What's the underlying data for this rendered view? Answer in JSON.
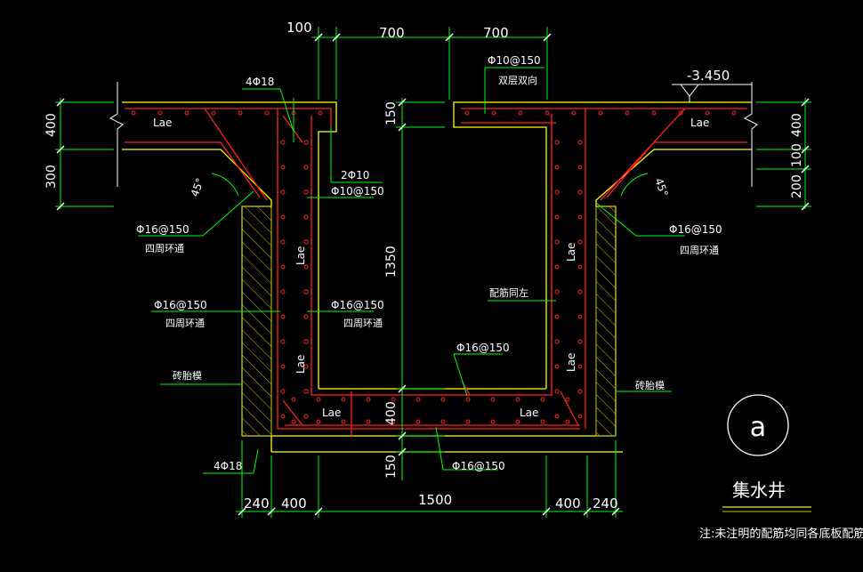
{
  "drawing": {
    "title": "集水井",
    "note": "注:未注明的配筋均同各底板配筋",
    "section_mark": "a",
    "elevation": "-3.450",
    "colors": {
      "background": "#000000",
      "dimension": "#00ff00",
      "outline": "#ffff00",
      "rebar": "#ff2020",
      "leader": "#00ff00",
      "text": "#ffffff",
      "hatch": "#c8c800",
      "title_line": "#c8c800"
    }
  },
  "dims": {
    "top": [
      "100",
      "700",
      "700"
    ],
    "bottom": [
      "240",
      "400",
      "1500",
      "400",
      "240"
    ],
    "left": [
      "400",
      "300"
    ],
    "right": [
      "400",
      "100",
      "200"
    ],
    "center": [
      "150",
      "1350",
      "400",
      "150"
    ]
  },
  "labels": {
    "main_bar_top": "4Φ18",
    "main_bar_bottom": "4Φ18",
    "slab_bar": "Φ10@150",
    "slab_bar_note": "双层双向",
    "pit_edge_bar": "2Φ10",
    "pit_edge_dist": "Φ10@150",
    "left_haunch_bar": "Φ16@150",
    "left_haunch_note": "四周环通",
    "left_wall_bar": "Φ16@150",
    "left_wall_note": "四周环通",
    "inner_wall_bar": "Φ16@150",
    "inner_wall_note": "四周环通",
    "right_haunch_bar": "Φ16@150",
    "right_haunch_note": "四周环通",
    "bottom_top_bar": "Φ16@150",
    "bottom_bar": "Φ16@150",
    "same_as_left": "配筋同左",
    "brick_left": "砖胎模",
    "brick_right": "砖胎模",
    "angle_left": "45°",
    "angle_right": "45°",
    "lae": "Lae"
  }
}
